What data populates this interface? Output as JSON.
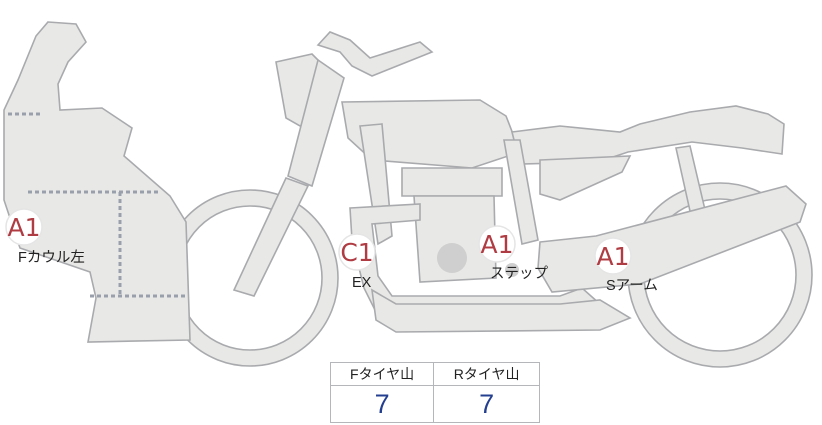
{
  "diagram": {
    "badges": [
      {
        "code": "A1",
        "label": "Fカウル左"
      },
      {
        "code": "C1",
        "label": "EX"
      },
      {
        "code": "A1",
        "label": "ステップ"
      },
      {
        "code": "A1",
        "label": "Sアーム"
      }
    ]
  },
  "tread_table": {
    "headers": [
      "Fタイヤ山",
      "Rタイヤ山"
    ],
    "values": [
      "7",
      "7"
    ]
  },
  "colors": {
    "body_fill": "#e8e8e6",
    "outline": "#a9aaad",
    "badge_code": "#b03c43",
    "table_value": "#243f8f",
    "dash": "#9aa0ab"
  }
}
